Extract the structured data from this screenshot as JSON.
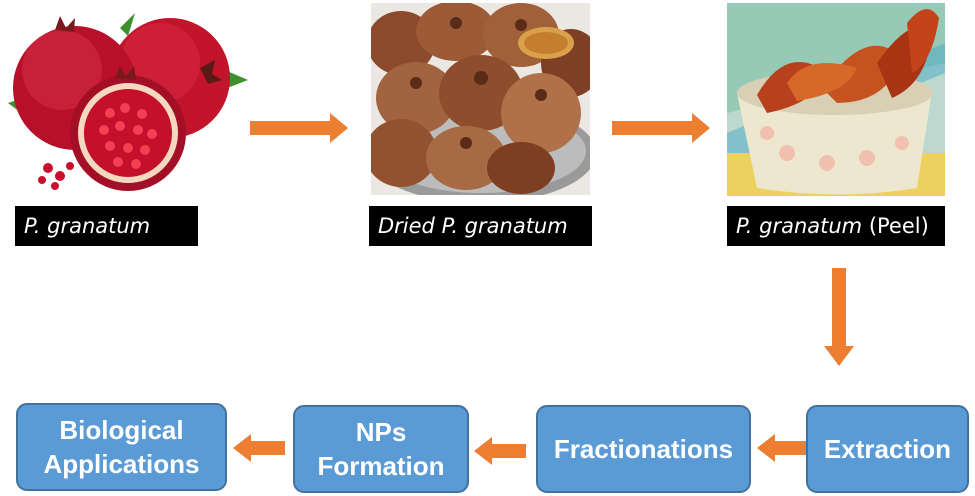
{
  "images": [
    {
      "caption_italic": "P. granatum",
      "caption_plain": "",
      "icon": "pomegranate-fruit-photo"
    },
    {
      "caption_italic": "Dried P. granatum",
      "caption_plain": "",
      "icon": "dried-pomegranate-photo"
    },
    {
      "caption_italic": "P. granatum",
      "caption_plain": " (Peel)",
      "icon": "pomegranate-peel-photo"
    }
  ],
  "steps": [
    {
      "lines": [
        "Extraction"
      ]
    },
    {
      "lines": [
        "Fractionations"
      ]
    },
    {
      "lines": [
        "NPs",
        "Formation"
      ]
    },
    {
      "lines": [
        "Biological",
        "Applications"
      ]
    }
  ],
  "colors": {
    "arrow": "#ed7d31",
    "box_fill": "#5b9bd5",
    "box_border": "#41719c",
    "caption_bg": "#000000",
    "caption_text": "#ffffff"
  }
}
